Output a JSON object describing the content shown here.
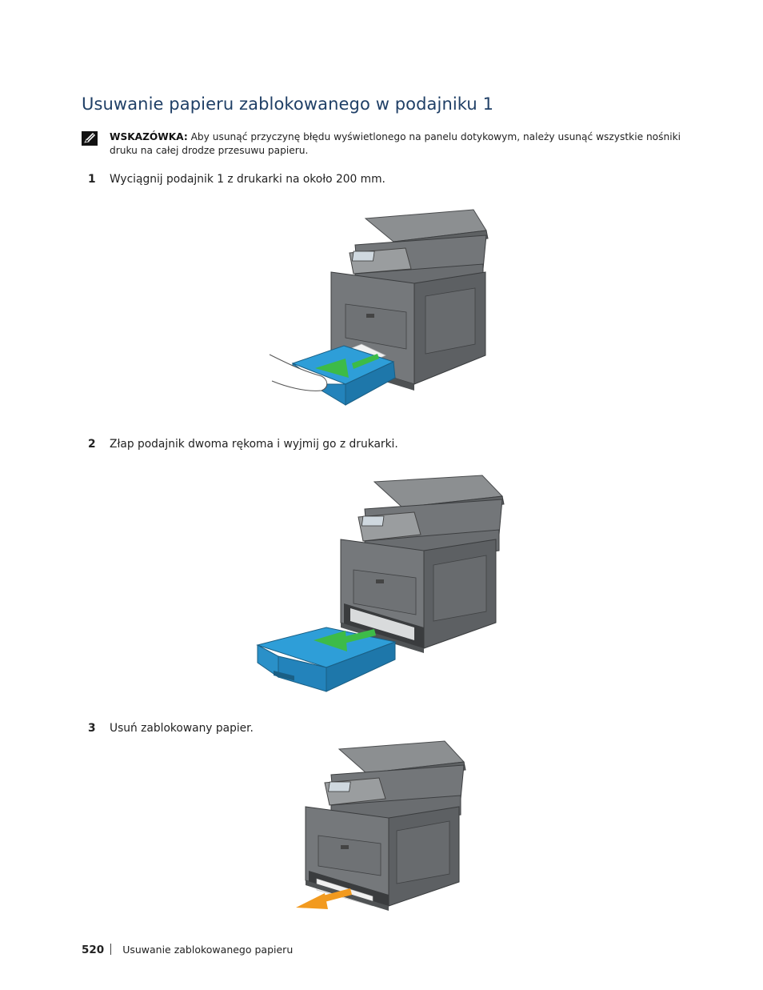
{
  "title": "Usuwanie papieru zablokowanego w podajniku 1",
  "note": {
    "label": "WSKAZÓWKA:",
    "text": " Aby usunąć przyczynę błędu wyświetlonego na panelu dotykowym, należy usunąć wszystkie nośniki druku na całej drodze przesuwu papieru."
  },
  "steps": [
    {
      "number": "1",
      "text": "Wyciągnij podajnik 1 z drukarki na około 200 mm."
    },
    {
      "number": "2",
      "text": "Złap podajnik dwoma rękoma i wyjmij go z drukarki."
    },
    {
      "number": "3",
      "text": "Usuń zablokowany papier."
    }
  ],
  "footer": {
    "page_number": "520",
    "section": "Usuwanie zablokowanego papieru"
  },
  "colors": {
    "title": "#1f3f66",
    "tray_blue": "#2e9ed8",
    "arrow_green": "#3dbb48",
    "arrow_orange": "#f29a1f",
    "printer_gray": "#6b6e70"
  }
}
